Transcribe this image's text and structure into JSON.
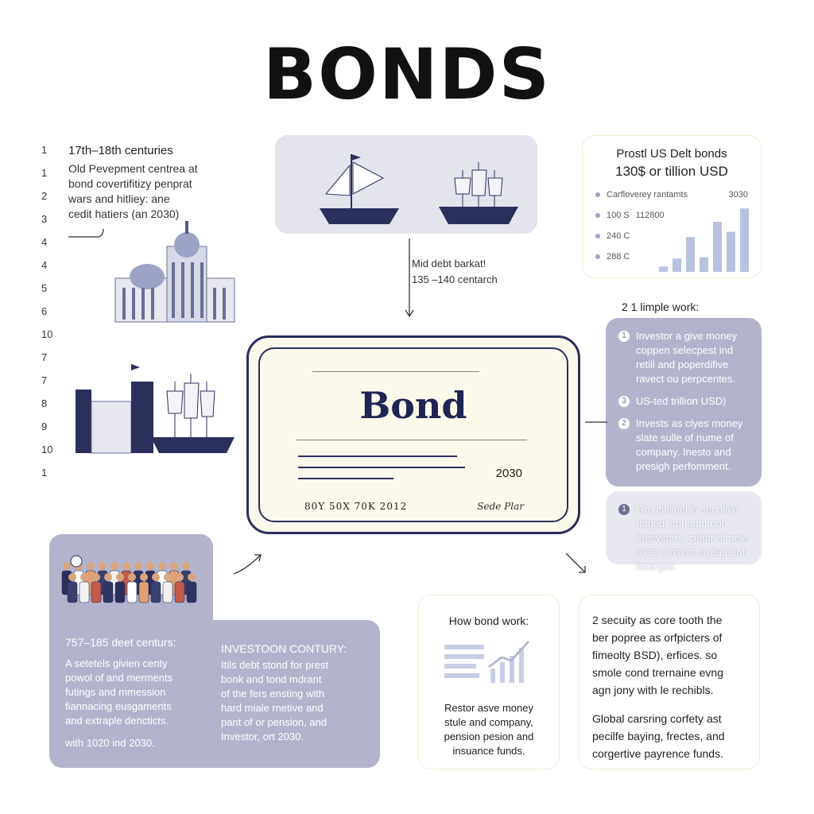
{
  "title": "BONDS",
  "timeline": {
    "numbers": [
      "1",
      "1",
      "2",
      "3",
      "4",
      "4",
      "5",
      "6",
      "10",
      "7",
      "7",
      "8",
      "9",
      "10",
      "1"
    ],
    "heading": "17th–18th centuries",
    "lines": [
      "Old Pevepment centrea at",
      "bond covertifitizy penprat",
      "wars and hitliey: ane",
      "cedit hatiers (an 2030)"
    ]
  },
  "mid_label": {
    "line1": "Mid debt barkat!",
    "line2": "135 –140 centarch"
  },
  "us_debt": {
    "title": "Prostl US Delt bonds",
    "subtitle": "130$ or tillion USD",
    "rows": [
      "Carfloverey rantamts",
      "100 S",
      "240 C",
      "288 C"
    ],
    "row_values": [
      "3030",
      "112800",
      "",
      ""
    ],
    "bars": [
      0.08,
      0.2,
      0.52,
      0.22,
      0.75,
      0.6,
      0.95
    ]
  },
  "how_it_works": {
    "heading": "2 1 limple work:",
    "steps": [
      {
        "num": "1",
        "text": "Investor a give money coppen selecpest ind retill and poperdifive ravect ou perpcentes."
      },
      {
        "num": "3",
        "text": "US-ted trillion USD)"
      },
      {
        "num": "2",
        "text": "Invests as clyes money slate sulle of nume of company. Inesto and presigh perfomment."
      },
      {
        "num": "1",
        "text": "Grouslcioel is secolive rlaged, spriagnt nof thesvstors, celtor of nele oase tansent on Senent forerges."
      }
    ]
  },
  "certificate": {
    "title": "Bond",
    "year": "2030",
    "codes": "80Y 50X 70K 2012",
    "signature": "Sede Plar"
  },
  "people_card": {
    "heading": "757–185 deet centurs:",
    "lines": [
      "A setetels givien centy",
      "powol of and merments",
      "futings and mmession",
      "fiannacing eusgaments",
      "and extraple dencticts.",
      "with 1020 ind 2030."
    ]
  },
  "investor_card": {
    "heading": "INVESTOON CONTURY:",
    "lines": [
      "Itils debt stond for prest",
      "bonk and tond mdrant",
      "of the fers ensting with",
      "hard miale rnetive and",
      "pant of or pension, and",
      "Investor, ort 2030."
    ]
  },
  "how_bond_work": {
    "title": "How bond work:",
    "lines": [
      "Restor asve money",
      "stule and company,",
      "pension pesion and",
      "insuance funds."
    ]
  },
  "security_card": {
    "para1": [
      "2 secuity as core tooth the",
      "ber popree as orfpicters of",
      "fimeolty BSD), erfices. so",
      "smole cond trernaine evng",
      "agn jony with le rechibls."
    ],
    "para2": [
      "Global carsring corfety ast",
      "pecilfe baying, frectes, and",
      "corgertive payrence funds."
    ]
  },
  "colors": {
    "navy": "#2b2f5c",
    "lavender": "#b3b4cc",
    "light_grey": "#e3e4ec",
    "bar": "#b8c1e0"
  }
}
